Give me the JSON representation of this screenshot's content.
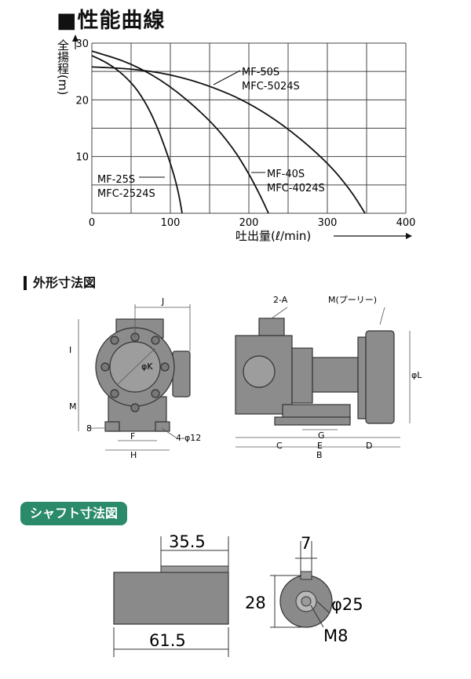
{
  "titles": {
    "performance": "■性能曲線",
    "outline": "外形寸法図",
    "shaft": "シャフト寸法図"
  },
  "chart_data": {
    "type": "line",
    "ylabel": "全揚程(m)",
    "xlabel": "吐出量(ℓ/min)",
    "xlim": [
      0,
      400
    ],
    "ylim": [
      0,
      30
    ],
    "x_ticks": [
      "0",
      "100",
      "200",
      "300",
      "400"
    ],
    "y_ticks": [
      "10",
      "20",
      "30"
    ],
    "grid": true,
    "series": [
      {
        "name": "MF-25S / MFC-2524S",
        "label1": "MF-25S",
        "label2": "MFC-2524S",
        "x": [
          0,
          20,
          40,
          60,
          80,
          100,
          110,
          115
        ],
        "y": [
          27.8,
          26.5,
          24.5,
          21.5,
          16.5,
          9,
          4,
          0
        ]
      },
      {
        "name": "MF-40S / MFC-4024S",
        "label1": "MF-40S",
        "label2": "MFC-4024S",
        "x": [
          0,
          50,
          100,
          150,
          180,
          200,
          215,
          225
        ],
        "y": [
          28.6,
          26.5,
          22.5,
          16.5,
          11.5,
          7,
          3,
          0
        ]
      },
      {
        "name": "MF-50S / MFC-5024S",
        "label1": "MF-50S",
        "label2": "MFC-5024S",
        "x": [
          0,
          50,
          100,
          150,
          200,
          250,
          300,
          330,
          348
        ],
        "y": [
          25.8,
          25.5,
          24.5,
          22.5,
          19.5,
          15,
          9,
          4,
          0
        ]
      }
    ]
  },
  "outline_labels": {
    "J": "J",
    "I": "I",
    "M": "M",
    "K": "φK",
    "eight": "8",
    "F": "F",
    "H": "H",
    "holes": "4-φ12",
    "A2": "2-A",
    "pulley": "M(プーリー)",
    "L": "φL",
    "C": "C",
    "G": "G",
    "E": "E",
    "D": "D",
    "B": "B"
  },
  "shaft_labels": {
    "key_len": "35.5",
    "total_len": "61.5",
    "key_width": "7",
    "height": "28",
    "dia": "φ25",
    "thread": "M8"
  }
}
